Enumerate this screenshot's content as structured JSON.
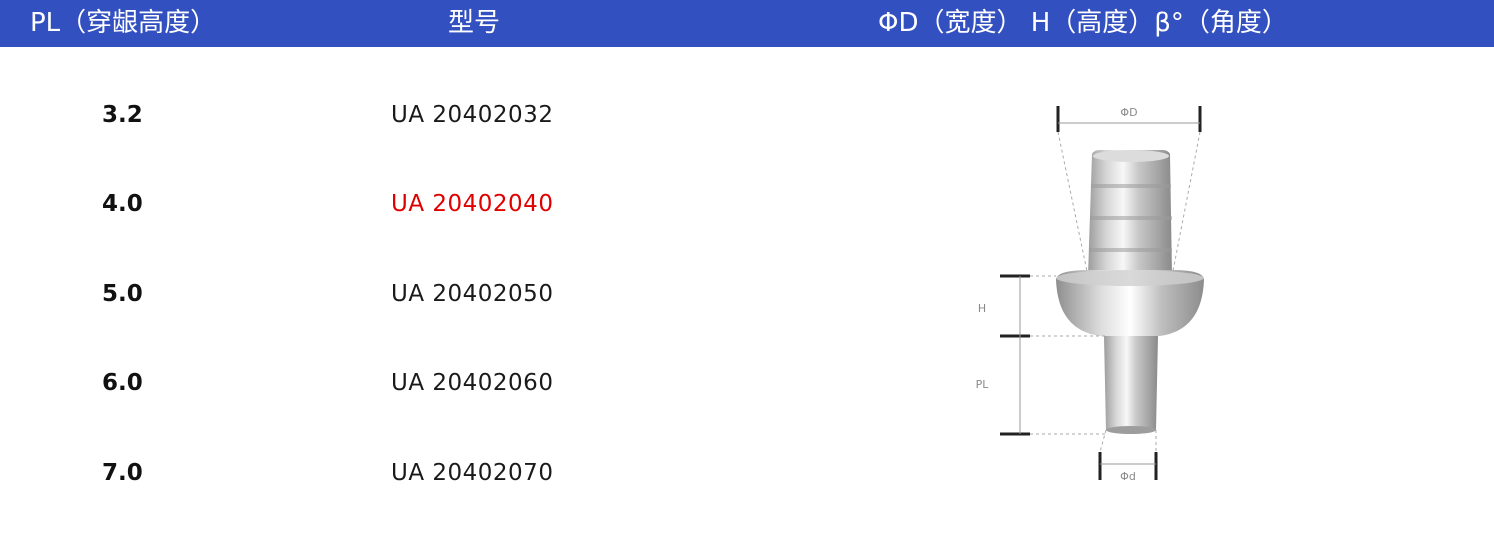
{
  "header": {
    "col_pl": "PL（穿龈高度）",
    "col_model": "型号",
    "col_dims": "ΦD（宽度） H（高度）β°（角度）"
  },
  "rows": [
    {
      "pl": "3.2",
      "model": "UA 20402032",
      "highlight": false
    },
    {
      "pl": "4.0",
      "model": "UA 20402040",
      "highlight": true
    },
    {
      "pl": "5.0",
      "model": "UA 20402050",
      "highlight": false
    },
    {
      "pl": "6.0",
      "model": "UA 20402060",
      "highlight": false
    },
    {
      "pl": "7.0",
      "model": "UA 20402070",
      "highlight": false
    }
  ],
  "figure": {
    "label_top": "ΦD",
    "label_h": "H",
    "label_pl": "PL",
    "label_bottom": "Φd"
  },
  "colors": {
    "header_bg": "#3350c0",
    "header_text": "#ffffff",
    "highlight": "#e00000",
    "text": "#1a1a1a"
  }
}
